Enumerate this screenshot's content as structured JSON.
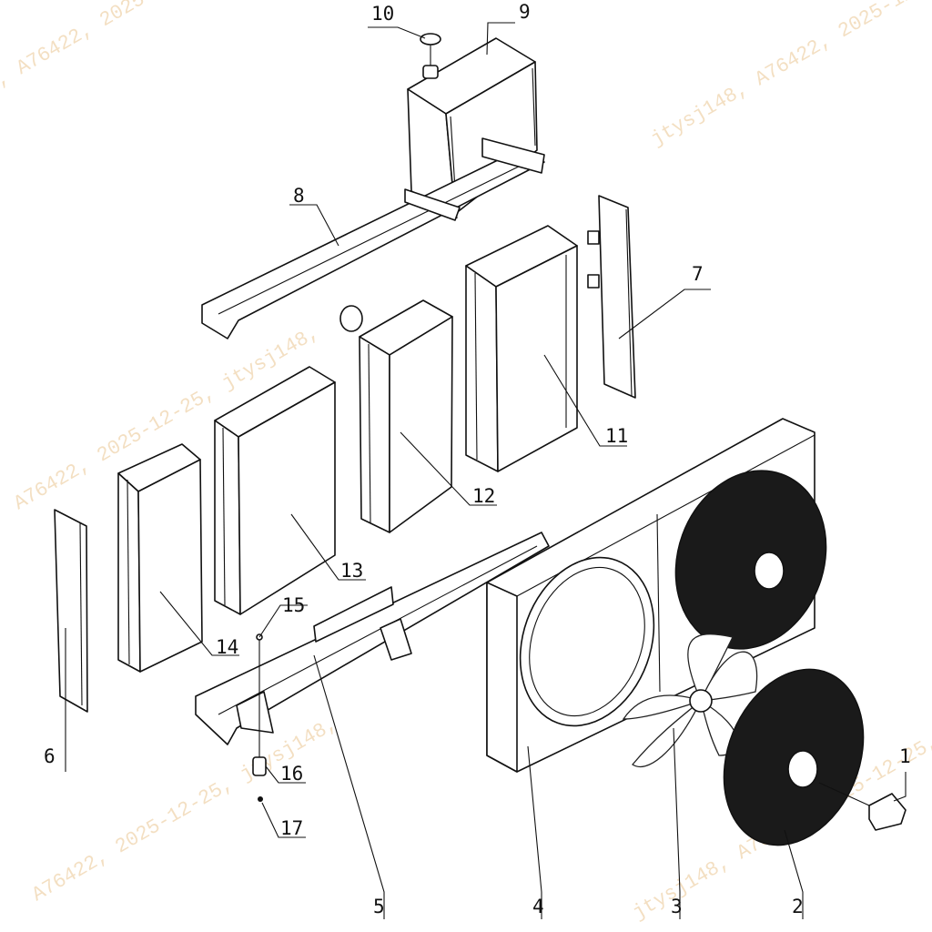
{
  "callouts": [
    {
      "label": "1"
    },
    {
      "label": "2"
    },
    {
      "label": "3"
    },
    {
      "label": "4"
    },
    {
      "label": "5"
    },
    {
      "label": "6"
    },
    {
      "label": "7"
    },
    {
      "label": "8"
    },
    {
      "label": "9"
    },
    {
      "label": "10"
    },
    {
      "label": "11"
    },
    {
      "label": "12"
    },
    {
      "label": "13"
    },
    {
      "label": "14"
    },
    {
      "label": "15"
    },
    {
      "label": "16"
    },
    {
      "label": "17"
    }
  ],
  "watermark": {
    "lines": [
      ", A76422, 2025-12-25, jtysj148, A76422,",
      "jtysj148, A76422, 2025-12-25,",
      "A76422, 2025-12-25, jtysj148,"
    ]
  }
}
